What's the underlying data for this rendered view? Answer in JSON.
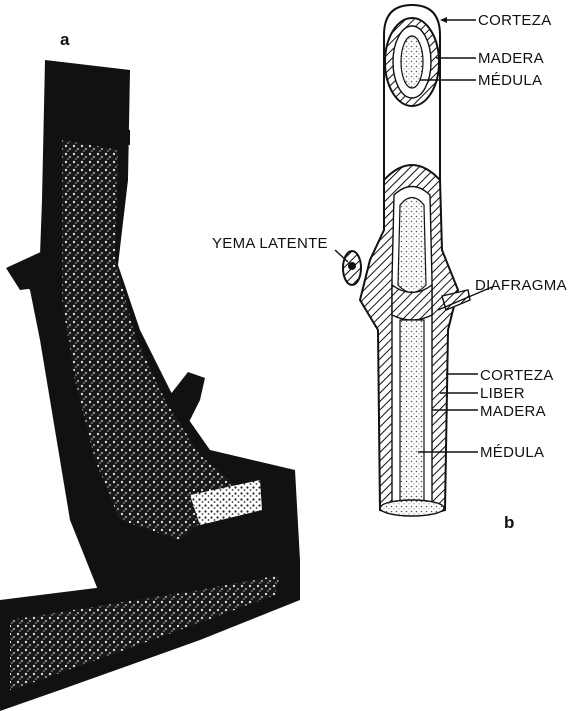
{
  "panels": {
    "a": "a",
    "b": "b"
  },
  "labels": {
    "corteza_top": "CORTEZA",
    "madera_top": "MADERA",
    "medula_top": "MÉDULA",
    "yema_latente": "YEMA LATENTE",
    "diafragma": "DIAFRAGMA",
    "corteza_bottom": "CORTEZA",
    "liber": "LIBER",
    "madera_bottom": "MADERA",
    "medula_bottom": "MÉDULA"
  },
  "colors": {
    "ink": "#111111",
    "paper": "#ffffff",
    "stipple": "#c9c9c9"
  }
}
